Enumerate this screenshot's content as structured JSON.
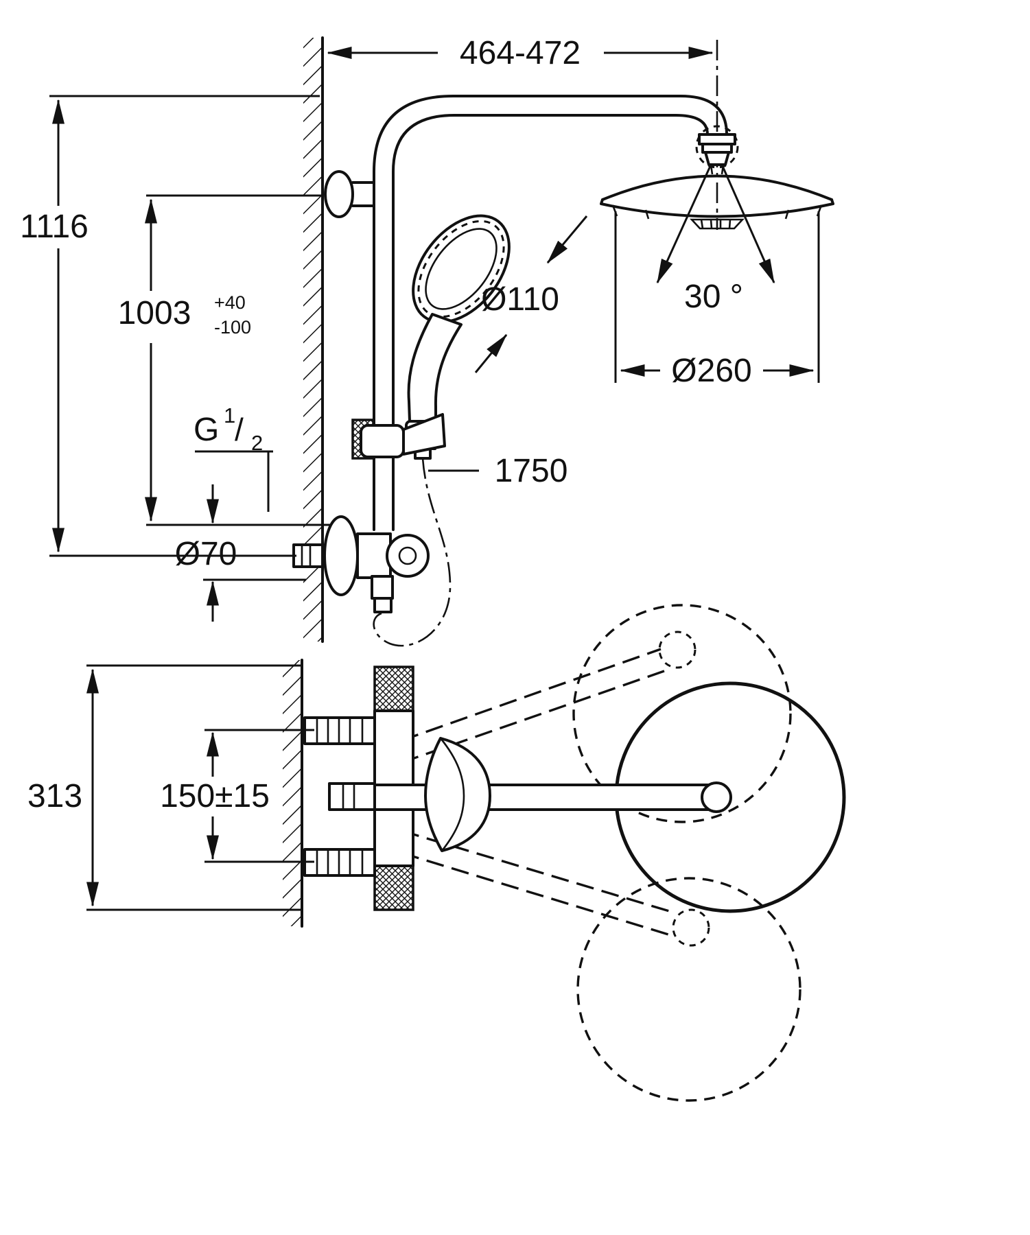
{
  "drawing": {
    "type": "technical-dimension-diagram",
    "subject": "shower-system",
    "line_color": "#111111",
    "background": "#ffffff",
    "dimensions": {
      "top_width": "464-472",
      "overall_height": "1116",
      "rail_height": "1003",
      "rail_height_tolerance_plus": "+40",
      "rail_height_tolerance_minus": "-100",
      "thread_size_letter": "G",
      "thread_size_numerator": "1",
      "thread_size_slash": "/",
      "thread_size_denominator": "2",
      "hand_shower_diameter": "Ø110",
      "head_shower_angle": "30 °",
      "head_shower_diameter": "Ø260",
      "shower_hose_length": "1750",
      "wall_union_diameter": "Ø70",
      "bracket_height": "313",
      "connection_center_distance": "150±15"
    }
  }
}
